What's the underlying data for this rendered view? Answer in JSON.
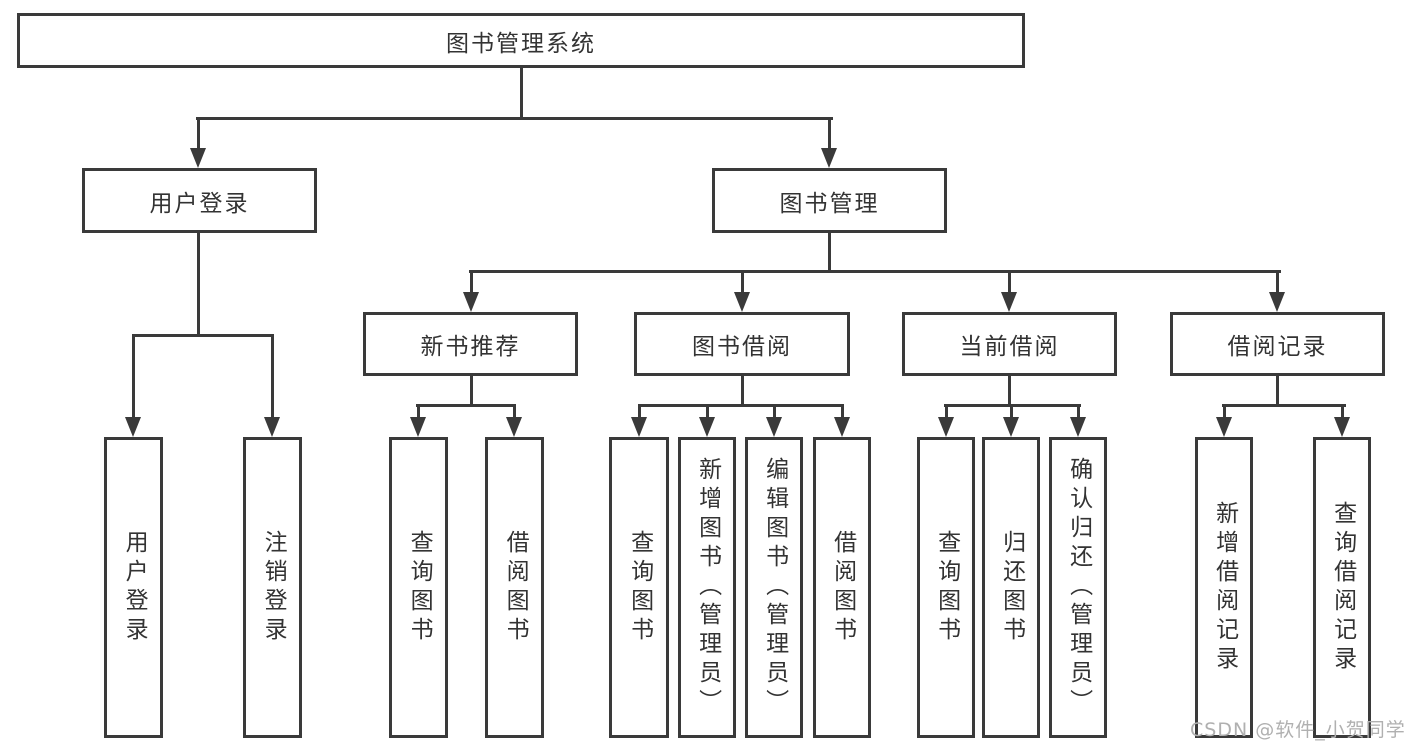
{
  "diagram": {
    "root": {
      "label": "图书管理系统"
    },
    "branches": [
      {
        "label": "用户登录",
        "children": [
          {
            "label": "用户登录"
          },
          {
            "label": "注销登录"
          }
        ]
      },
      {
        "label": "图书管理",
        "sections": [
          {
            "label": "新书推荐",
            "children": [
              {
                "label": "查询图书"
              },
              {
                "label": "借阅图书"
              }
            ]
          },
          {
            "label": "图书借阅",
            "children": [
              {
                "label": "查询图书"
              },
              {
                "label": "新增图书（管理员）"
              },
              {
                "label": "编辑图书（管理员）"
              },
              {
                "label": "借阅图书"
              }
            ]
          },
          {
            "label": "当前借阅",
            "children": [
              {
                "label": "查询图书"
              },
              {
                "label": "归还图书"
              },
              {
                "label": "确认归还（管理员）"
              }
            ]
          },
          {
            "label": "借阅记录",
            "children": [
              {
                "label": "新增借阅记录"
              },
              {
                "label": "查询借阅记录"
              }
            ]
          }
        ]
      }
    ]
  },
  "watermark": {
    "text": "CSDN @软件_小贺同学"
  },
  "colors": {
    "line": "#3a3a3a",
    "box_border": "#3a3a3a",
    "box_fill": "#ffffff",
    "text": "#333333",
    "watermark": "#b0b0b0",
    "background": "#ffffff"
  }
}
